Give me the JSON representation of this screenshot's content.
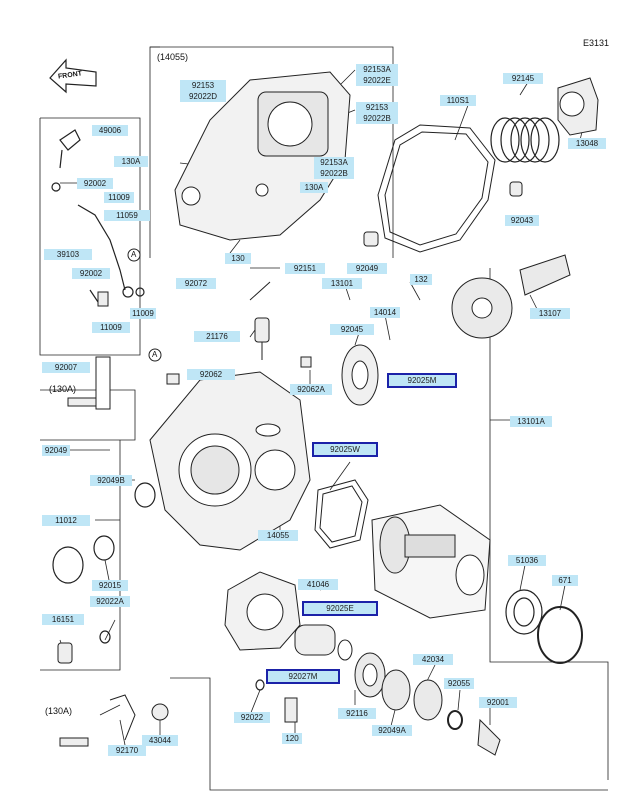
{
  "diagram_code": "E3131",
  "front_label": "FRONT",
  "group_labels": [
    "(14055)",
    "(130A)",
    "(130A)"
  ],
  "callout_markers": [
    "A",
    "A"
  ],
  "highlight_color": "#1b22a8",
  "label_color": "#bfe6f6",
  "labels": [
    "92153",
    "92022D",
    "130A",
    "92153A",
    "92022E",
    "92153",
    "92022B",
    "92153A",
    "92022B",
    "130A",
    "130",
    "49006",
    "92002",
    "11009",
    "11059",
    "39103",
    "92002",
    "11009",
    "11009",
    "92072",
    "92151",
    "21176",
    "92062",
    "92062A",
    "92007",
    "92049",
    "92049B",
    "11012",
    "92015",
    "92022A",
    "16151",
    "92170",
    "43044",
    "92022",
    "120",
    "92045",
    "92025M",
    "14014",
    "132",
    "92049",
    "13101",
    "13107",
    "110S1",
    "92145",
    "13048",
    "92043",
    "14055",
    "92025W",
    "41046",
    "92025E",
    "92027M",
    "92116",
    "92049A",
    "42034",
    "92055",
    "92001",
    "51036",
    "671",
    "13101A"
  ]
}
